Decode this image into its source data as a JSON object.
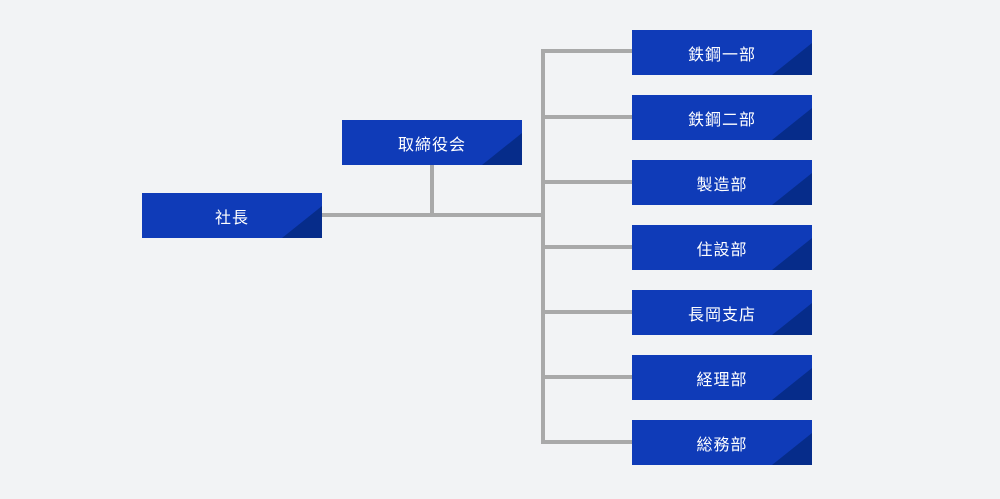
{
  "org_chart": {
    "president": "社長",
    "board": "取締役会",
    "departments": [
      "鉄鋼一部",
      "鉄鋼二部",
      "製造部",
      "住設部",
      "長岡支店",
      "経理部",
      "総務部"
    ]
  },
  "colors": {
    "background": "#f2f3f5",
    "box": "#0f3bb8",
    "box_corner": "#062c8a",
    "line": "#a9a9a9",
    "text": "#ffffff"
  }
}
